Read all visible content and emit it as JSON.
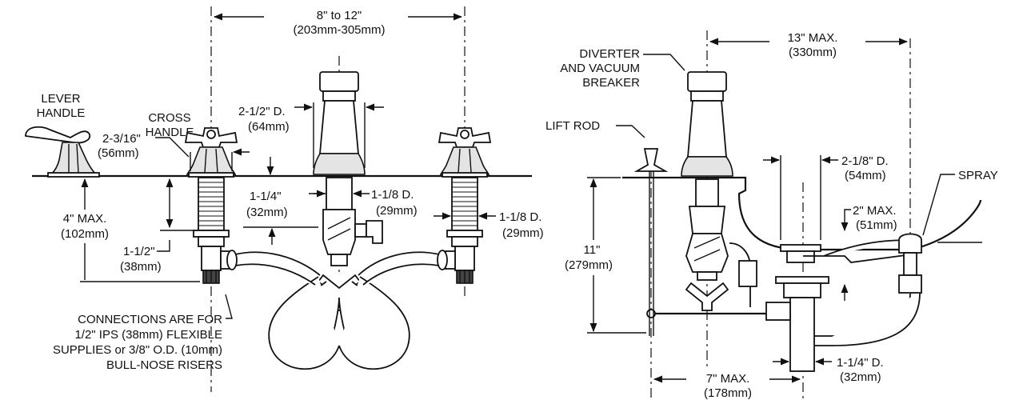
{
  "left_view": {
    "spacing_a": "8\" to 12\"",
    "spacing_b": "(203mm-305mm)",
    "lever_handle_a": "LEVER",
    "lever_handle_b": "HANDLE",
    "cross_handle_a": "CROSS",
    "cross_handle_b": "HANDLE",
    "spout_dia_a": "2-1/2\" D.",
    "spout_dia_b": "(64mm)",
    "handle_dia_a": "2-3/16\"",
    "handle_dia_b": "(56mm)",
    "max_height_a": "4\" MAX.",
    "max_height_b": "(102mm)",
    "shank_a": "1-1/2\"",
    "shank_b": "(38mm)",
    "spout_shank_a": "1-1/4\"",
    "spout_shank_b": "(32mm)",
    "spout_shank_dia_a": "1-1/8 D.",
    "spout_shank_dia_b": "(29mm)",
    "valve_shank_dia_a": "1-1/8 D.",
    "valve_shank_dia_b": "(29mm)",
    "connections_1": "CONNECTIONS ARE FOR",
    "connections_2": "1/2\" IPS (38mm) FLEXIBLE",
    "connections_3": "SUPPLIES or 3/8\" O.D. (10mm)",
    "connections_4": "BULL-NOSE RISERS"
  },
  "right_view": {
    "diverter_1": "DIVERTER",
    "diverter_2": "AND VACUUM",
    "diverter_3": "BREAKER",
    "reach_a": "13\" MAX.",
    "reach_b": "(330mm)",
    "lift_rod": "LIFT ROD",
    "drain_dia_a": "2-1/8\" D.",
    "drain_dia_b": "(54mm)",
    "spray": "SPRAY",
    "drain_max_a": "2\" MAX.",
    "drain_max_b": "(51mm)",
    "height_a": "11\"",
    "height_b": "(279mm)",
    "tail_dia_a": "1-1/4\" D.",
    "tail_dia_b": "(32mm)",
    "offset_a": "7\" MAX.",
    "offset_b": "(178mm)"
  }
}
